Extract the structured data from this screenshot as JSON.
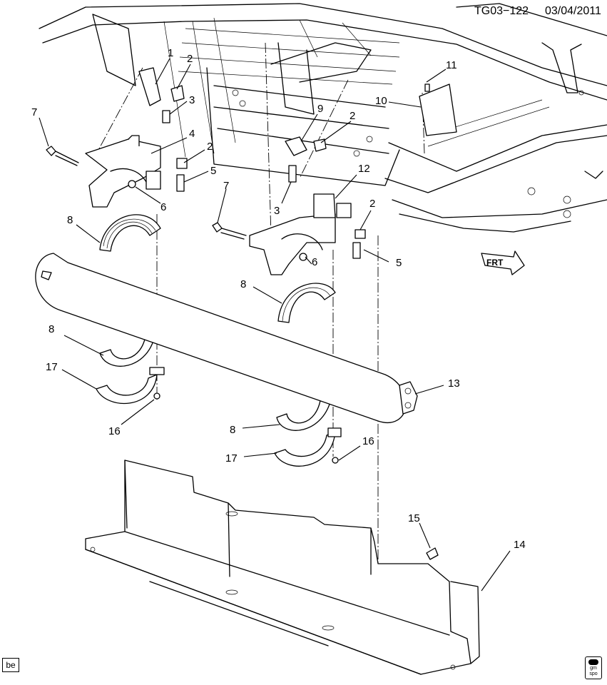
{
  "header": {
    "drawing_id": "TG03−122",
    "date": "03/04/2011"
  },
  "footer": {
    "tag": "be",
    "logo_line1": "gm",
    "logo_line2": "spo"
  },
  "arrow_label": "FRT",
  "callouts": [
    "1",
    "2",
    "3",
    "7",
    "4",
    "2",
    "5",
    "6",
    "8",
    "7",
    "3",
    "9",
    "2",
    "10",
    "11",
    "12",
    "2",
    "5",
    "6",
    "8",
    "8",
    "17",
    "16",
    "13",
    "8",
    "17",
    "16",
    "15",
    "14"
  ]
}
